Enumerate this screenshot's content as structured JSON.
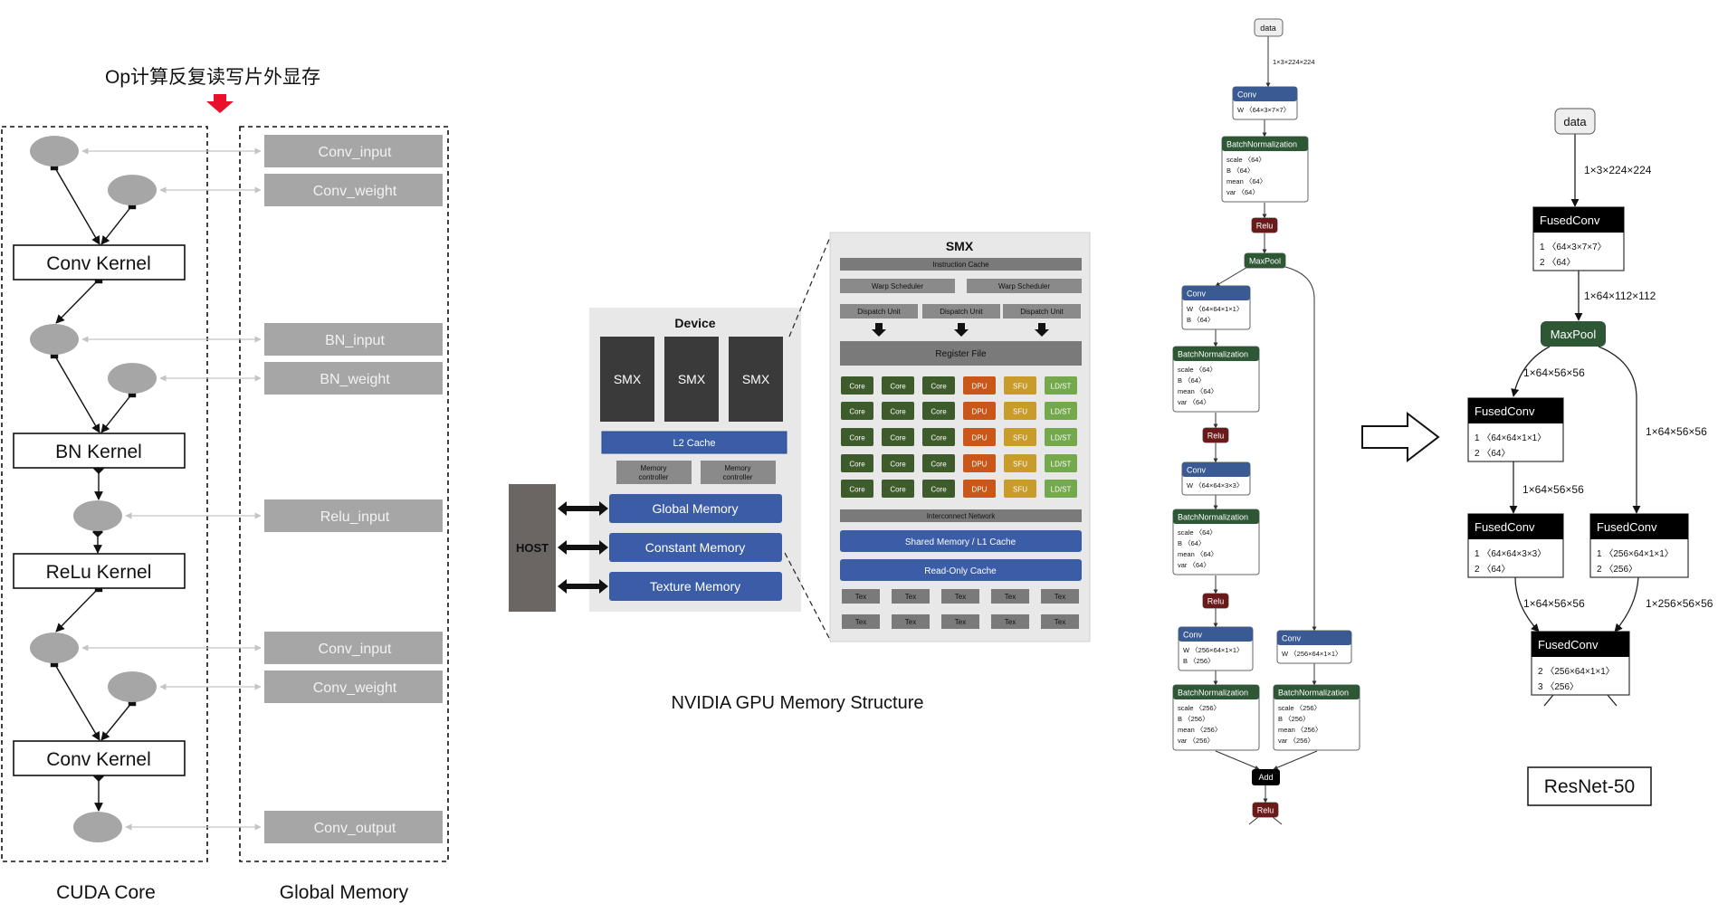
{
  "left_panel": {
    "header": "Op计算反复读写片外显存",
    "kernels": [
      "Conv Kernel",
      "BN Kernel",
      "ReLu Kernel",
      "Conv Kernel"
    ],
    "memory_items": [
      "Conv_input",
      "Conv_weight",
      "BN_input",
      "BN_weight",
      "Relu_input",
      "Conv_input",
      "Conv_weight",
      "Conv_output"
    ],
    "caption_left": "CUDA Core",
    "caption_right": "Global Memory",
    "colors": {
      "arrow": "#e8102a",
      "memory_box": "#a6a6a6",
      "node": "#a6a6a6"
    }
  },
  "gpu_panel": {
    "device_title": "Device",
    "smx_labels": [
      "SMX",
      "SMX",
      "SMX"
    ],
    "l2_cache": "L2 Cache",
    "memory_controllers": [
      "Memory controller",
      "Memory controller"
    ],
    "memories": [
      "Global Memory",
      "Constant Memory",
      "Texture Memory"
    ],
    "host": "HOST",
    "smx_detail": {
      "title": "SMX",
      "instruction_cache": "Instruction Cache",
      "warp_schedulers": [
        "Warp Scheduler",
        "Warp Scheduler"
      ],
      "dispatch_units": [
        "Dispatch Unit",
        "Dispatch Unit",
        "Dispatch Unit"
      ],
      "register_file": "Register File",
      "unit_row": [
        "Core",
        "Core",
        "Core",
        "DPU",
        "SFU",
        "LD/ST"
      ],
      "interconnect": "Interconnect Network",
      "shared_memory": "Shared Memory / L1 Cache",
      "readonly_cache": "Read-Only Cache",
      "tex": "Tex"
    },
    "caption": "NVIDIA GPU Memory Structure",
    "colors": {
      "blue": "#3b5da8",
      "dark": "#3a3a3a",
      "core": "#3e5b2b",
      "dpu": "#c9571a",
      "sfu": "#c89b2a",
      "ldst": "#74a84c"
    }
  },
  "graph_original": {
    "nodes": {
      "data": "data",
      "shape0": "1×3×224×224",
      "conv": "Conv",
      "w_conv1": "W 〈64×3×7×7〉",
      "bn": "BatchNormalization",
      "scale64": "scale 〈64〉",
      "b64": "B 〈64〉",
      "mean64": "mean 〈64〉",
      "var64": "var 〈64〉",
      "relu": "Relu",
      "maxpool": "MaxPool",
      "w_conv2": "W 〈64×64×1×1〉",
      "b_conv": "B 〈64〉",
      "w_conv3": "W 〈64×64×3×3〉",
      "w_conv4": "W 〈256×64×1×1〉",
      "b_conv4": "B 〈256〉",
      "w_conv5": "W 〈256×64×1×1〉",
      "scale256": "scale 〈256〉",
      "b256": "B 〈256〉",
      "mean256": "mean 〈256〉",
      "var256": "var 〈256〉",
      "add": "Add"
    }
  },
  "graph_fused": {
    "data": "data",
    "shape_in": "1×3×224×224",
    "fused": "FusedConv",
    "fc1": [
      "1 〈64×3×7×7〉",
      "2 〈64〉"
    ],
    "shape_1": "1×64×112×112",
    "maxpool": "MaxPool",
    "shape_a": "1×64×56×56",
    "shape_b": "1×64×56×56",
    "fc2": [
      "1 〈64×64×1×1〉",
      "2 〈64〉"
    ],
    "shape_c": "1×64×56×56",
    "fc3": [
      "1 〈64×64×3×3〉",
      "2 〈64〉"
    ],
    "fc4": [
      "1 〈256×64×1×1〉",
      "2 〈256〉"
    ],
    "shape_d": "1×64×56×56",
    "shape_e": "1×256×56×56",
    "fc5": [
      "2 〈256×64×1×1〉",
      "3 〈256〉"
    ],
    "caption": "ResNet-50"
  }
}
